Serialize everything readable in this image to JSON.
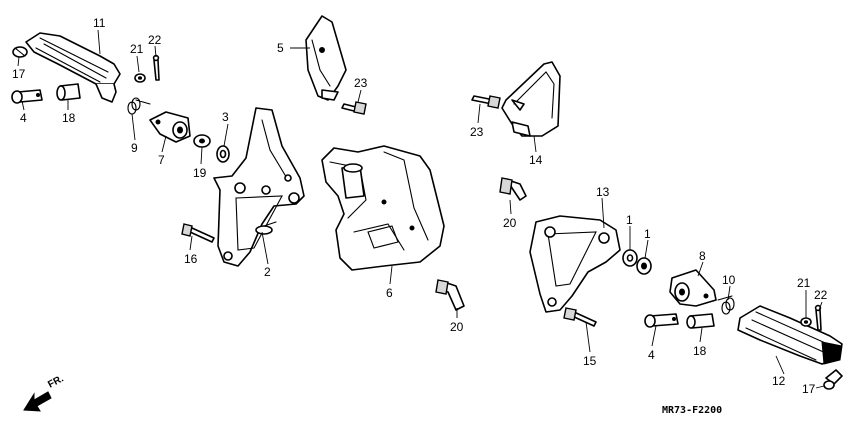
{
  "diagram": {
    "callouts": {
      "n11": "11",
      "n21a": "21",
      "n22a": "22",
      "n17a": "17",
      "n4a": "4",
      "n18a": "18",
      "n9": "9",
      "n7": "7",
      "n3": "3",
      "n19": "19",
      "n16": "16",
      "n2": "2",
      "n5": "5",
      "n23a": "23",
      "n6": "6",
      "n20a": "20",
      "n23b": "23",
      "n14": "14",
      "n13": "13",
      "n20b": "20",
      "n1a": "1",
      "n1b": "1",
      "n8": "8",
      "n10": "10",
      "n21b": "21",
      "n22b": "22",
      "n15": "15",
      "n4b": "4",
      "n18b": "18",
      "n12": "12",
      "n17b": "17"
    },
    "direction_label": "FR.",
    "diagram_code": "MR73-F2200"
  }
}
